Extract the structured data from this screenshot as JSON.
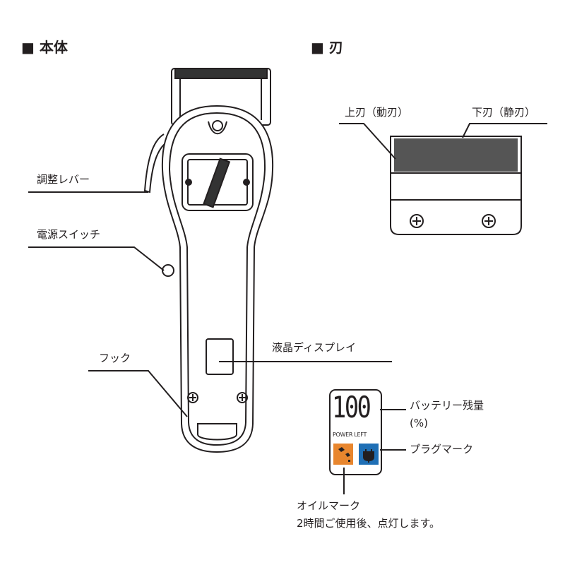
{
  "headings": {
    "body": "■ 本体",
    "blade": "■ 刃"
  },
  "labels": {
    "adjust_lever": "調整レバー",
    "power_switch": "電源スイッチ",
    "hook": "フック",
    "lcd_display": "液晶ディスプレイ",
    "upper_blade": "上刃（動刃）",
    "lower_blade": "下刃（静刃）",
    "battery_remaining": "バッテリー残量",
    "battery_unit": "(%)",
    "plug_mark": "プラグマーク",
    "oil_mark": "オイルマーク",
    "oil_mark_note": "2時間ご使用後、点灯します。"
  },
  "display": {
    "value": "100",
    "caption": "POWER LEFT"
  },
  "colors": {
    "oil": "#e8862e",
    "plug": "#1f6fb5",
    "line": "#231f20"
  }
}
